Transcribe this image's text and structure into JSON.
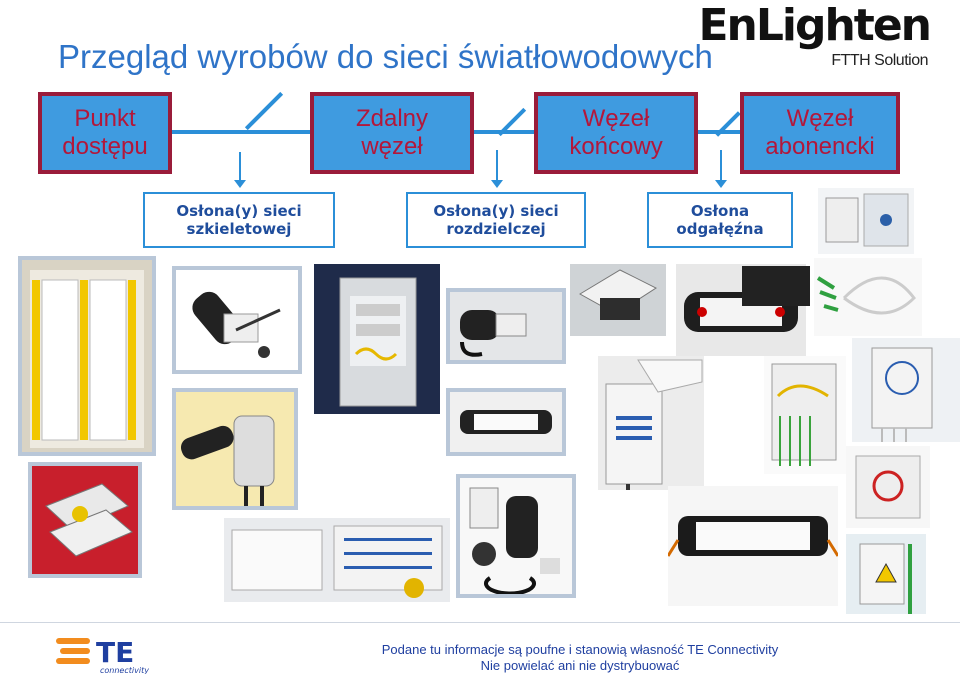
{
  "title": "Przegląd wyrobów do sieci światłowodowych",
  "brand": {
    "name": "EnLighten",
    "tagline": "FTTH Solution"
  },
  "nodes": [
    {
      "line1": "Punkt",
      "line2": "dostępu"
    },
    {
      "line1": "Zdalny",
      "line2": "węzeł"
    },
    {
      "line1": "Węzeł",
      "line2": "końcowy"
    },
    {
      "line1": "Węzeł",
      "line2": "abonencki"
    }
  ],
  "categories": [
    {
      "line1": "Osłona(y) sieci",
      "line2": "szkieletowej"
    },
    {
      "line1": "Osłona(y) sieci",
      "line2": "rozdzielczej"
    },
    {
      "line1": "Osłona",
      "line2": "odgałęźna"
    }
  ],
  "photos": [
    "fiber-distribution-rack",
    "fiber-tray-drawers",
    "dome-splice-closure",
    "dome-closure-with-corrugated-tube",
    "street-cabinet",
    "rack-mount-patch-panels",
    "inline-splice-closure",
    "inline-closure-open",
    "dome-closure-parts",
    "splice-tray-closure",
    "distribution-box-with-hood",
    "inline-closure-top-view",
    "large-inline-closure",
    "wall-box-with-pigtails",
    "inline-cable-closure",
    "wall-outlet-box",
    "green-connector-pigtails",
    "open-wall-box",
    "small-termination-box",
    "connector-splitter-box"
  ],
  "footer": {
    "line1": "Podane tu informacje są poufne i stanowią własność TE Connectivity",
    "line2": "Nie powielać ani nie dystrybuować"
  },
  "te_logo": {
    "mark": "TE",
    "sub": "connectivity"
  },
  "colors": {
    "title": "#2f74c8",
    "node_bg": "#3f9be0",
    "node_border": "#9a1c3a",
    "node_text": "#b3173a",
    "category_text": "#1f4d9c",
    "line": "#2b8fd8",
    "te_orange": "#f28c1e",
    "te_blue": "#1f3fa0"
  }
}
